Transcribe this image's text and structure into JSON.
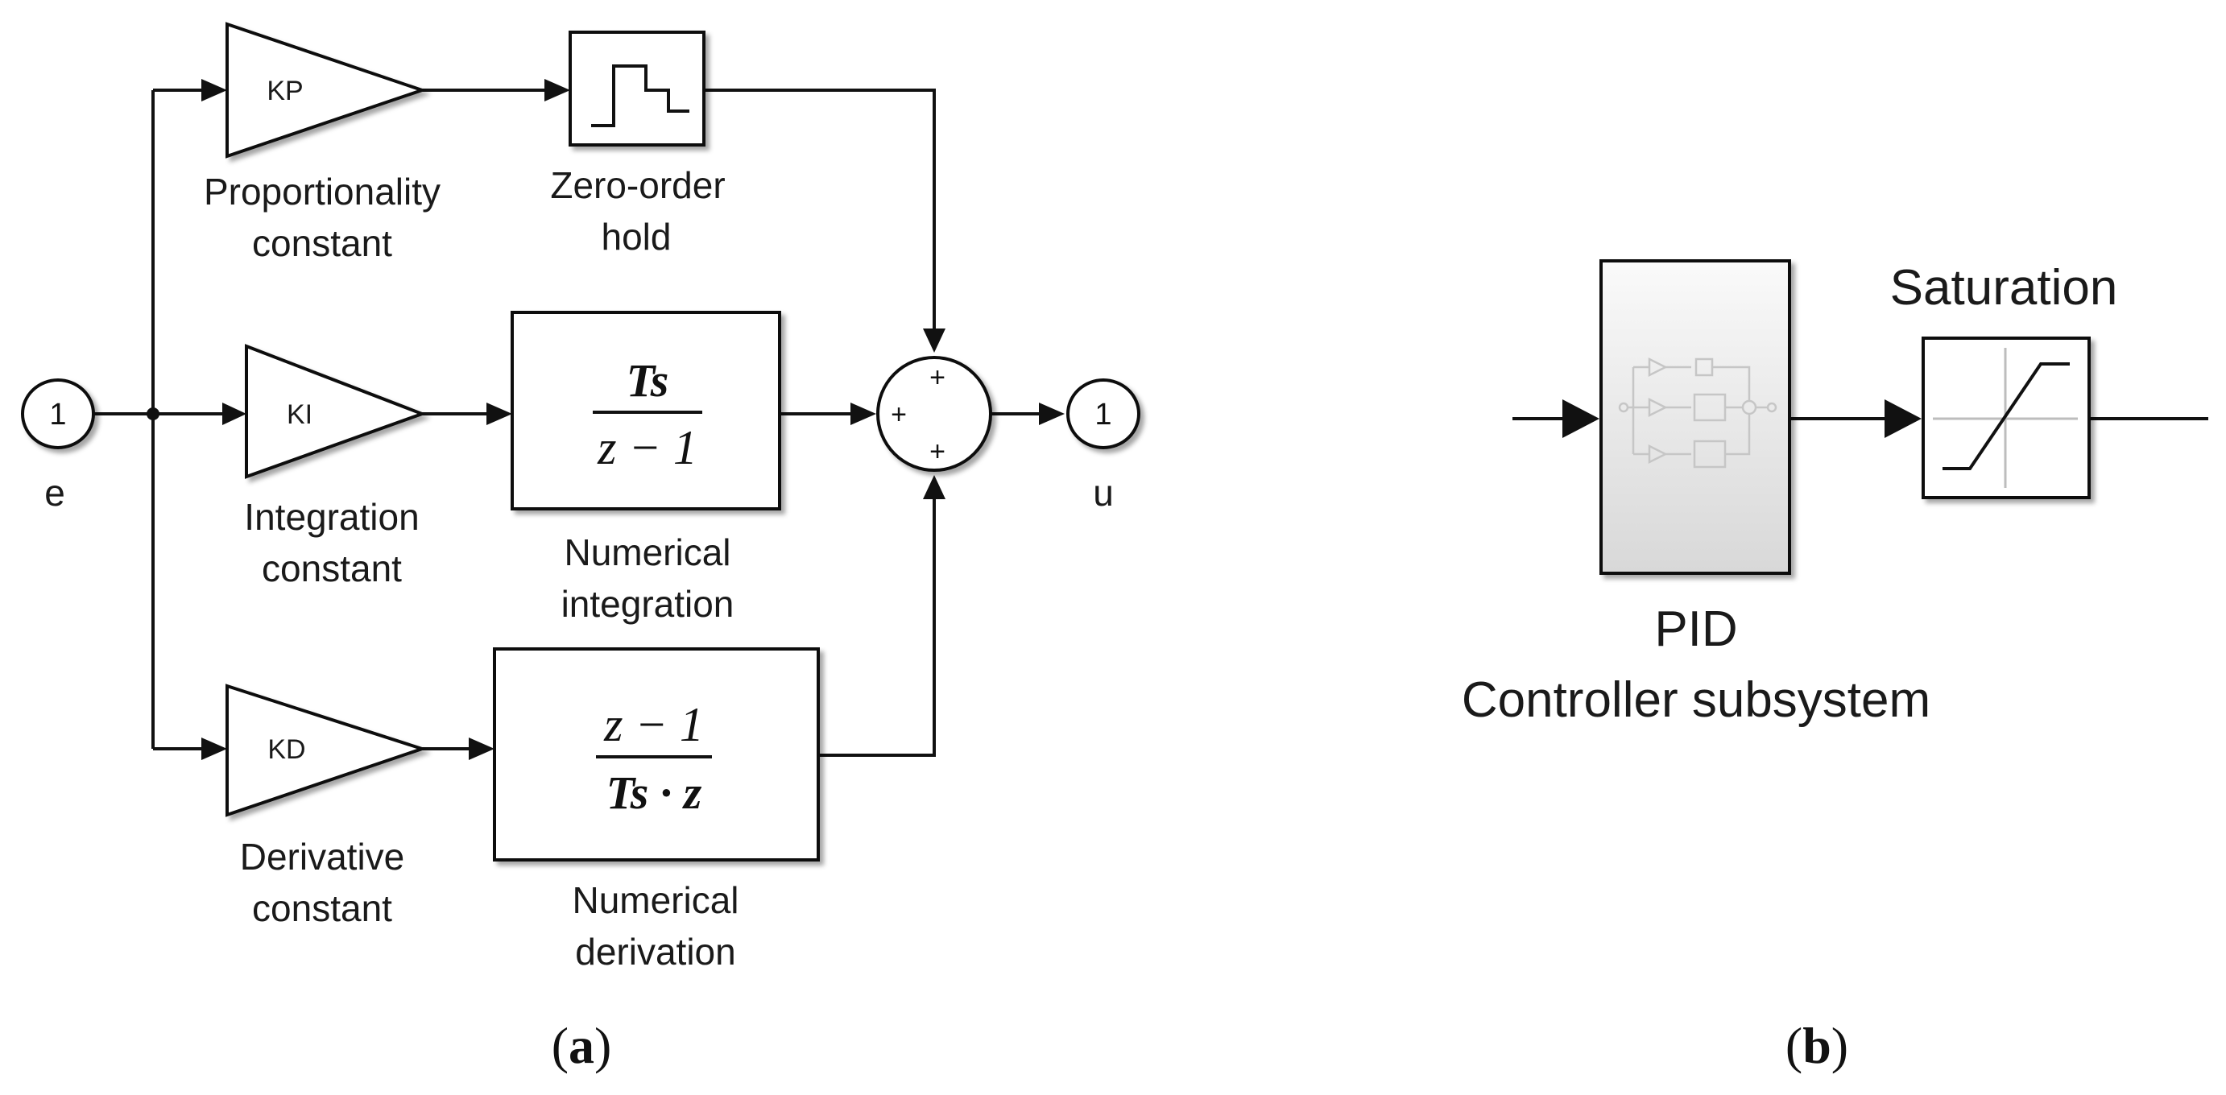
{
  "panel_a": {
    "input_port": {
      "number": "1",
      "name": "e"
    },
    "output_port": {
      "number": "1",
      "name": "u"
    },
    "gains": {
      "kp": {
        "text": "KP",
        "label_line1": "Proportionality",
        "label_line2": "constant"
      },
      "ki": {
        "text": "KI",
        "label_line1": "Integration",
        "label_line2": "constant"
      },
      "kd": {
        "text": "KD",
        "label_line1": "Derivative",
        "label_line2": "constant"
      }
    },
    "zoh": {
      "label_line1": "Zero-order",
      "label_line2": "hold"
    },
    "integration": {
      "numerator": "Ts",
      "denominator": "z − 1",
      "label_line1": "Numerical",
      "label_line2": "integration"
    },
    "derivation": {
      "numerator": "z − 1",
      "denominator": "Ts · z",
      "label_line1": "Numerical",
      "label_line2": "derivation"
    },
    "sum": {
      "sign_top": "+",
      "sign_left": "+",
      "sign_bottom": "+"
    },
    "caption": {
      "open": "(",
      "letter": "a",
      "close": ")"
    }
  },
  "panel_b": {
    "pid_label_line1": "PID",
    "pid_label_line2": "Controller subsystem",
    "saturation_label": "Saturation",
    "caption": {
      "open": "(",
      "letter": "b",
      "close": ")"
    }
  }
}
